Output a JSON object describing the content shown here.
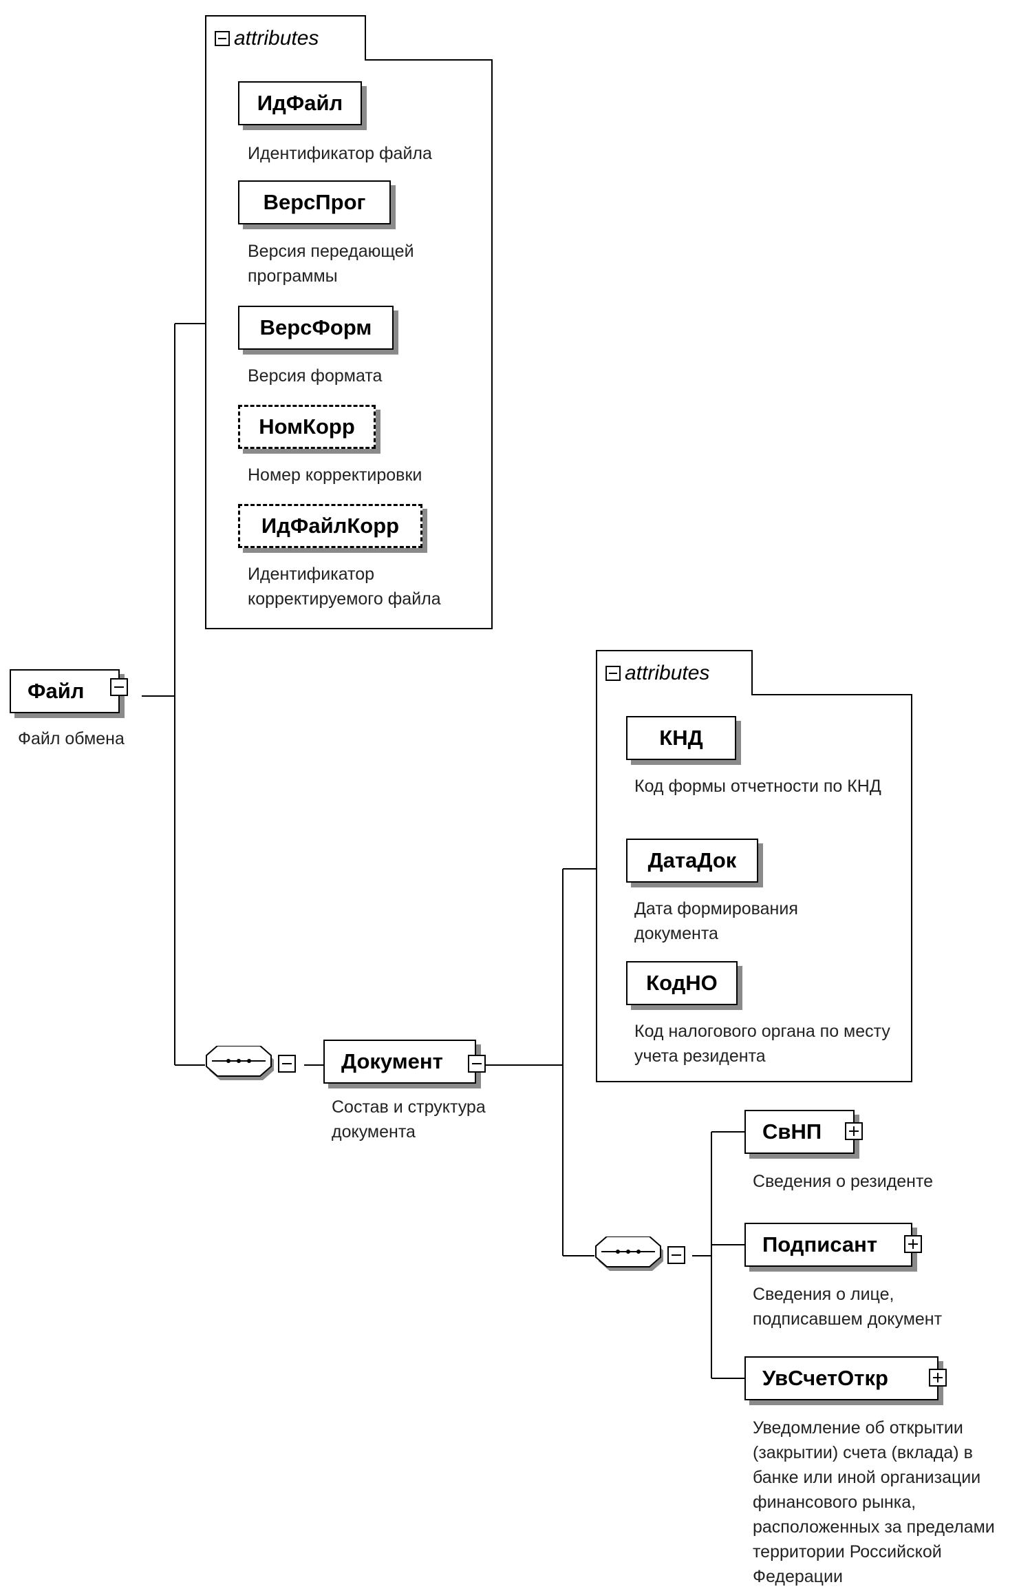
{
  "root": {
    "label": "Файл",
    "description": "Файл обмена"
  },
  "root_attributes": {
    "tab_label": "attributes",
    "items": [
      {
        "label": "ИдФайл",
        "description": "Идентификатор файла",
        "optional": false
      },
      {
        "label": "ВерсПрог",
        "description": "Версия передающей программы",
        "optional": false
      },
      {
        "label": "ВерсФорм",
        "description": "Версия формата",
        "optional": false
      },
      {
        "label": "НомКорр",
        "description": "Номер корректировки",
        "optional": true
      },
      {
        "label": "ИдФайлКорр",
        "description": "Идентификатор корректируемого файла",
        "optional": true
      }
    ]
  },
  "document": {
    "label": "Документ",
    "description": "Состав и структура документа"
  },
  "document_attributes": {
    "tab_label": "attributes",
    "items": [
      {
        "label": "КНД",
        "description": "Код формы отчетности по КНД"
      },
      {
        "label": "ДатаДок",
        "description": "Дата формирования документа"
      },
      {
        "label": "КодНО",
        "description": "Код налогового органа по месту учета резидента"
      }
    ]
  },
  "children": [
    {
      "label": "СвНП",
      "description": "Сведения о резиденте"
    },
    {
      "label": "Подписант",
      "description": "Сведения о лице, подписавшем документ"
    },
    {
      "label": "УвСчетОткр",
      "description": "Уведомление об открытии (закрытии) счета (вклада) в банке или иной организации финансового рынка, расположенных за пределами территории Российской Федерации"
    }
  ]
}
